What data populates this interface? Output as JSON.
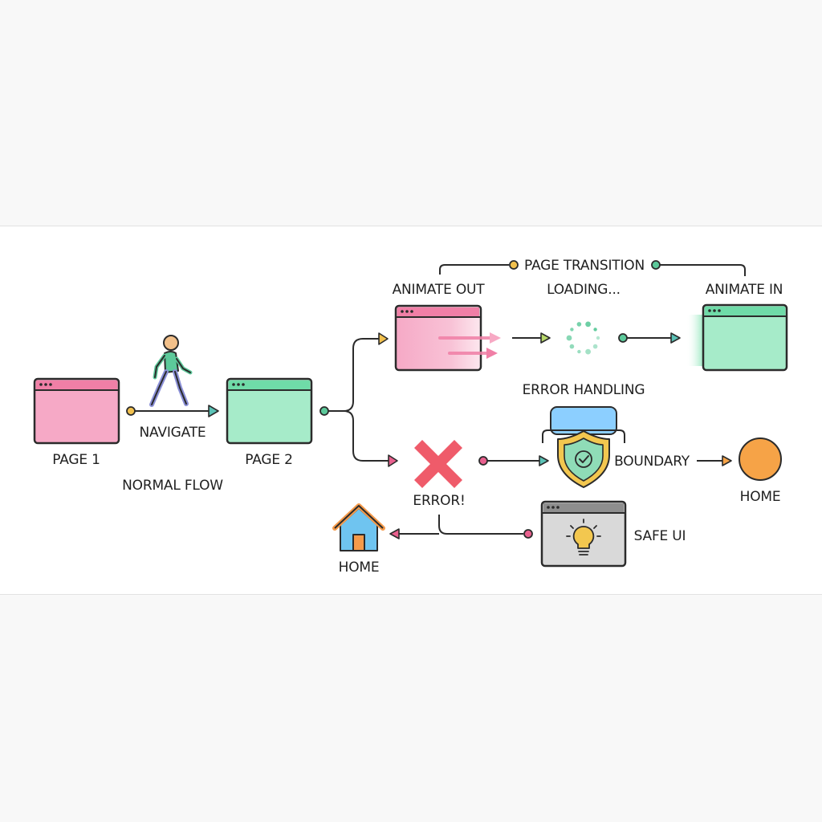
{
  "labels": {
    "page1": "PAGE 1",
    "navigate": "NAVIGATE",
    "page2": "PAGE 2",
    "normal_flow": "NORMAL FLOW",
    "page_transition": "PAGE TRANSITION",
    "animate_out": "ANIMATE OUT",
    "loading": "LOADING...",
    "animate_in": "ANIMATE IN",
    "error_handling": "ERROR HANDLING",
    "error": "ERROR!",
    "boundary": "BOUNDARY",
    "home_right": "HOME",
    "safe_ui": "SAFE UI",
    "home_left": "HOME"
  },
  "colors": {
    "pink": "#f6a9c6",
    "pink_bar": "#f07fa6",
    "green": "#a6ebc9",
    "green_bar": "#6fdba8",
    "line": "#2b2b2b",
    "node_yellow": "#f2c14e",
    "node_green": "#5cc99a",
    "node_pink": "#e8608e",
    "arrow_teal": "#5bc2b6",
    "arrow_lime": "#b8d96b",
    "error_red": "#ef5b6a",
    "shield_green": "#8fdcb7",
    "shield_gold": "#f3c74f",
    "blue_tab": "#8ccfff",
    "orange": "#f6a347",
    "gray_window": "#d9d9d9",
    "house_blue": "#6fc4f0",
    "house_roof": "#f59a4a"
  },
  "icons": [
    "walking-person-icon",
    "spinner-icon",
    "x-error-icon",
    "shield-check-icon",
    "lightbulb-icon",
    "house-icon"
  ]
}
